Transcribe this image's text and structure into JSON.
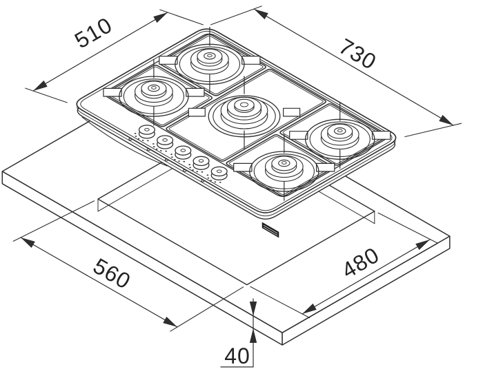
{
  "diagram": {
    "dimension_labels": {
      "hob_depth": "510",
      "hob_width": "730",
      "cutout_width": "560",
      "cutout_depth": "480",
      "worktop_thickness": "40"
    },
    "hob": {
      "burner_count": 5,
      "knob_count": 5
    }
  },
  "colors": {
    "line": "#2e2e2e",
    "fill": "#ffffff",
    "logo": "#1a1a1a",
    "background": "#ffffff"
  }
}
